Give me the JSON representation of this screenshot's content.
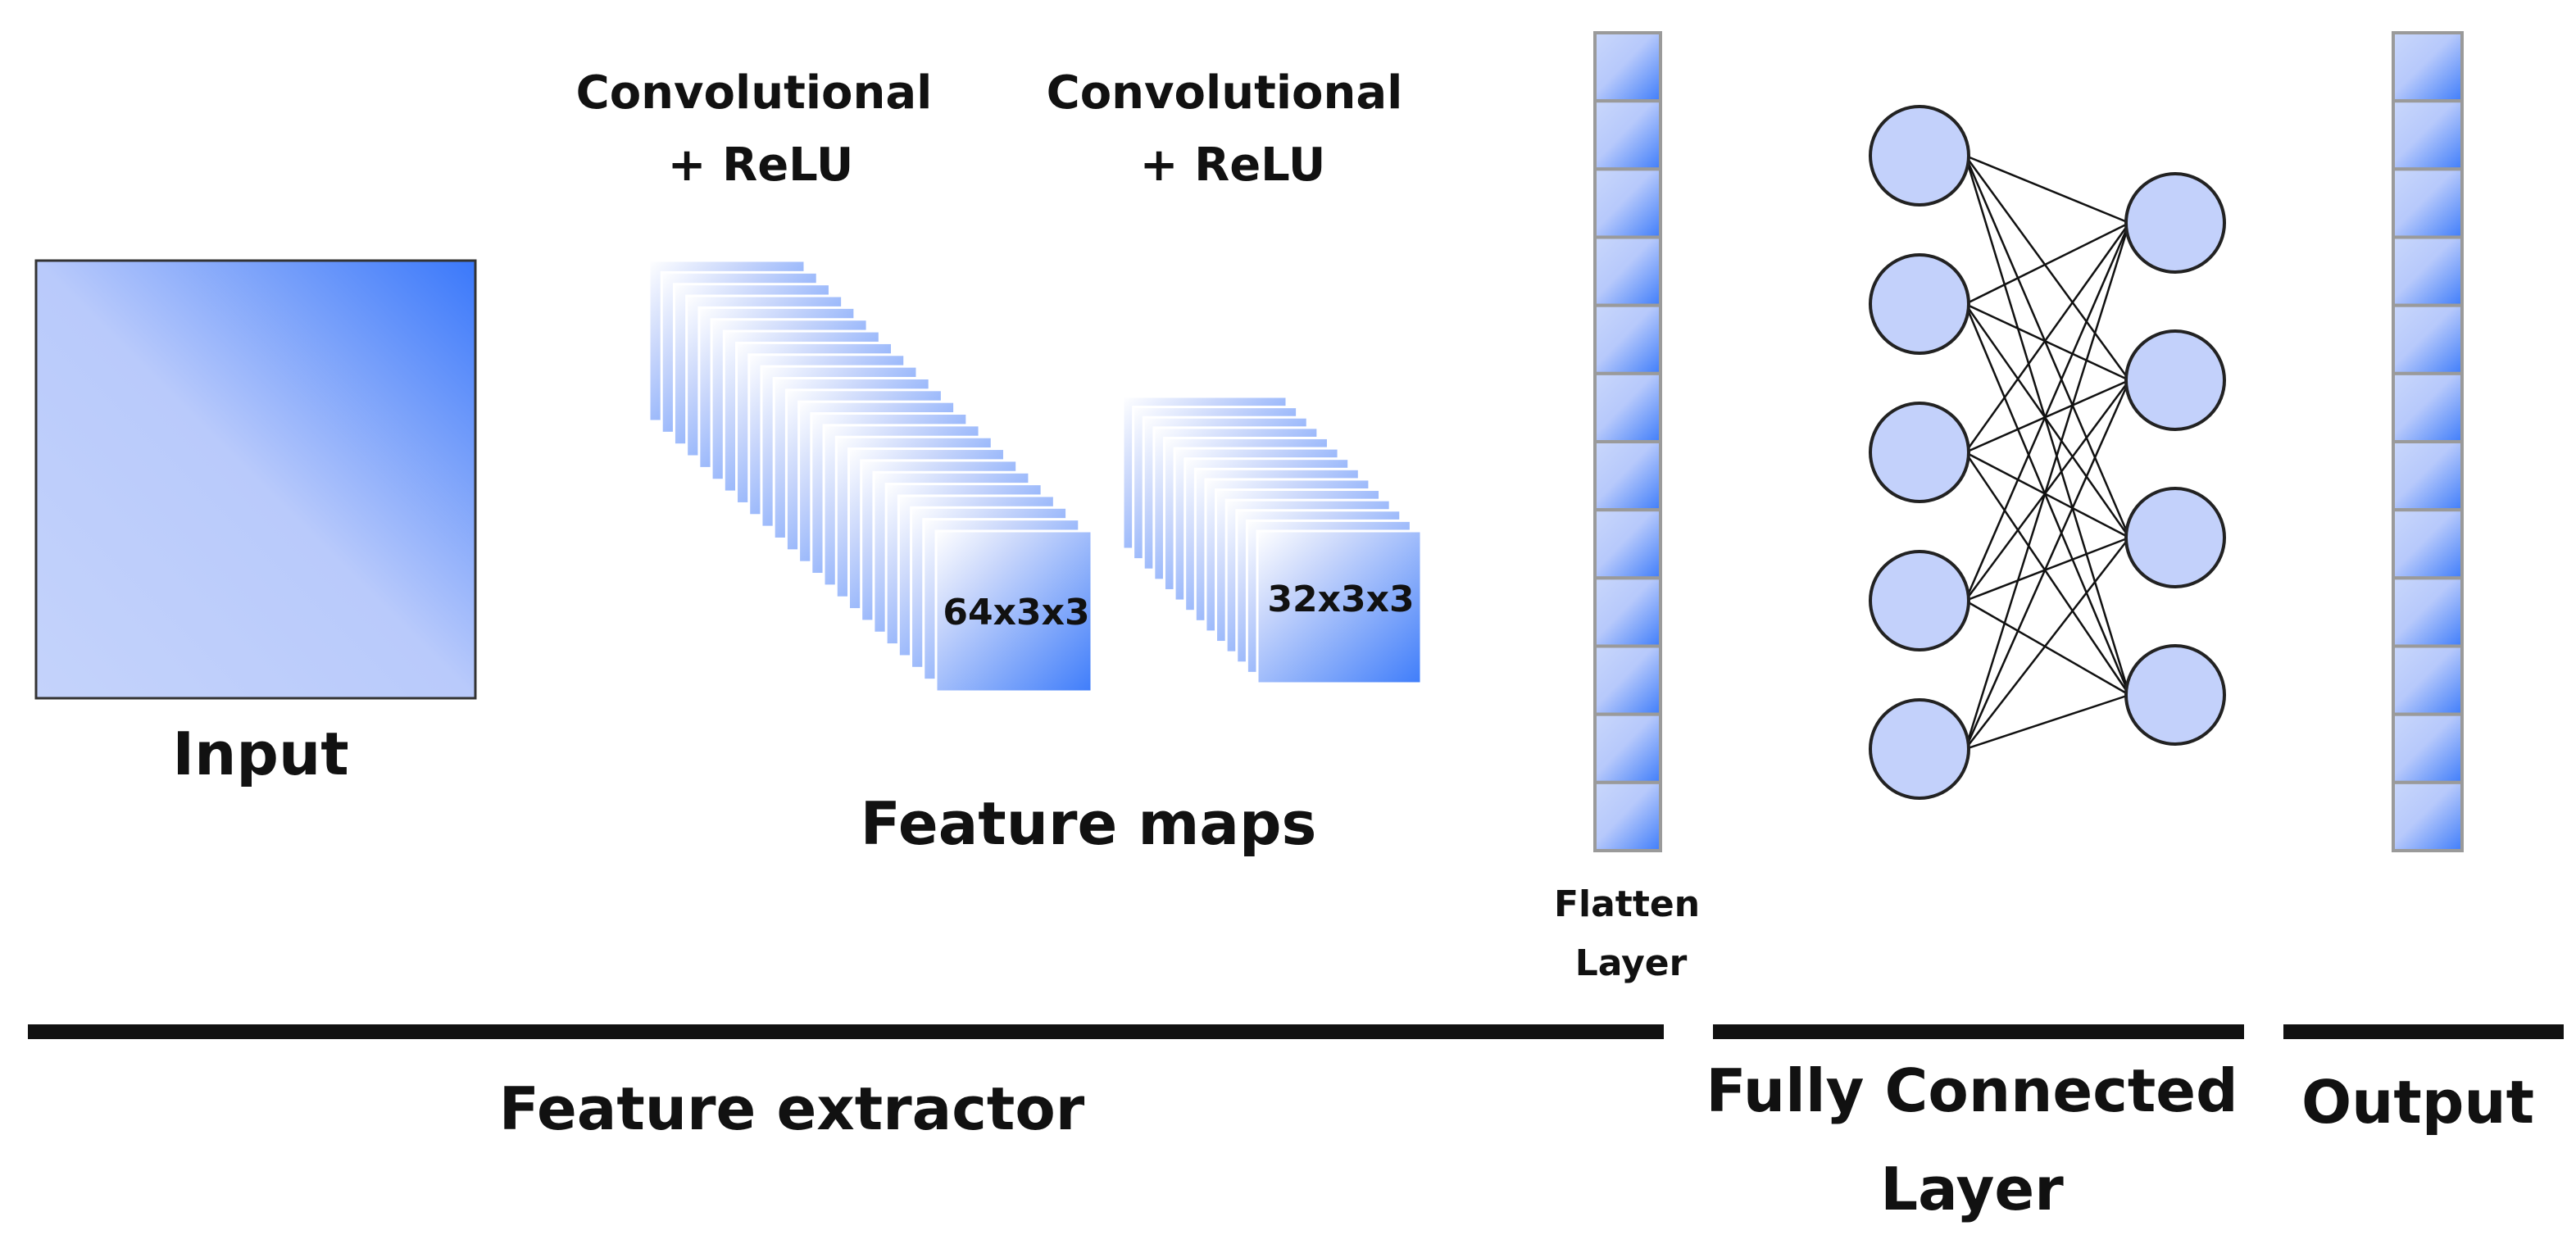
{
  "labels": {
    "input": "Input",
    "conv1": [
      "Convolutional",
      "+ ReLU"
    ],
    "conv2": [
      "Convolutional",
      "+ ReLU"
    ],
    "map1_size": "64x3x3",
    "map2_size": "32x3x3",
    "feature_maps": "Feature maps",
    "flatten": [
      "Flatten",
      "Layer"
    ],
    "feature_extractor": "Feature extractor",
    "fully_connected": [
      "Fully Connected",
      "Layer"
    ],
    "output": "Output"
  },
  "network": {
    "fc_left_nodes": 5,
    "fc_right_nodes": 4,
    "flatten_cells": 12,
    "output_cells": 12,
    "map1_stack_count": 24,
    "map2_stack_count": 14
  },
  "colors": {
    "light_blue": "#c4d3fb",
    "accent_blue": "#3f7dfa",
    "node_fill": "#c3d1fb",
    "stroke": "#222222",
    "text": "#111111"
  }
}
